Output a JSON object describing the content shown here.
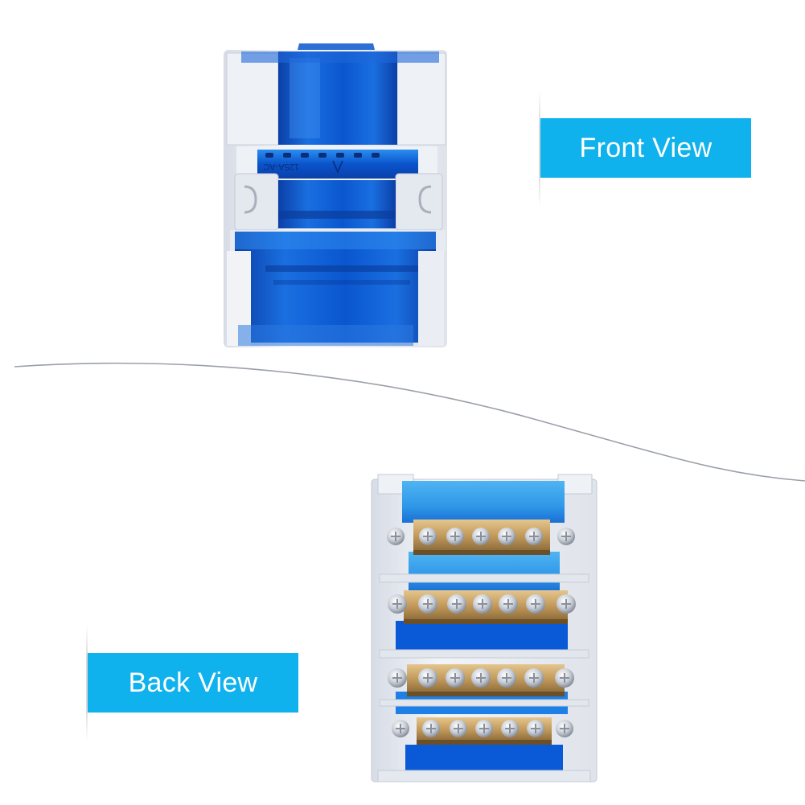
{
  "labels": {
    "front": "Front View",
    "back": "Back View"
  },
  "colors": {
    "label_bg": "#0fb2ec",
    "label_text": "#ffffff",
    "housing_white": "#e9edf3",
    "cover_blue": "#0a5fd6",
    "cover_light_blue": "#2d9be8",
    "busbar_brass": "#c9a365",
    "screw_silver": "#c8ccd2"
  },
  "front_device": {
    "marking": "125A-AC"
  },
  "back_device": {
    "rows": [
      {
        "screws": 7
      },
      {
        "screws": 7
      },
      {
        "screws": 7
      },
      {
        "screws": 7
      }
    ]
  }
}
